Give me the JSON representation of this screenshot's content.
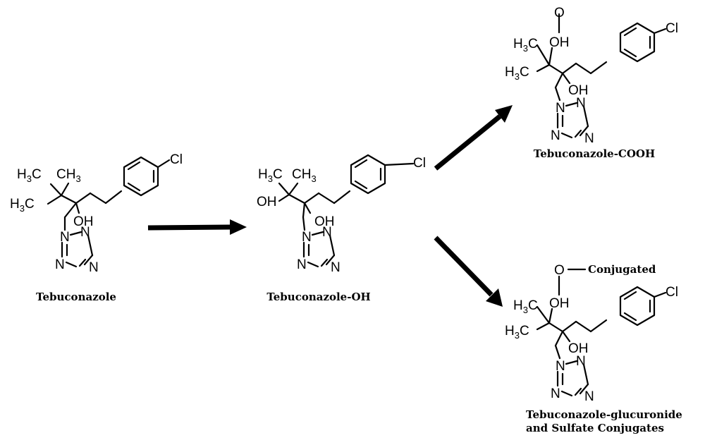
{
  "atoms": {
    "h3c": "H3C",
    "ch3": "CH3",
    "oh": "OH",
    "ho": "OH",
    "o": "O",
    "n": "N",
    "cl": "Cl"
  },
  "captions": {
    "tebuconazole": "Tebuconazole",
    "tebuconazole_oh": "Tebuconazole-OH",
    "tebuconazole_cooh": "Tebuconazole-COOH",
    "glucuronide_line1": "Tebuconazole-glucuronide",
    "glucuronide_line2": "and Sulfate Conjugates",
    "conjugated": "Conjugated"
  }
}
